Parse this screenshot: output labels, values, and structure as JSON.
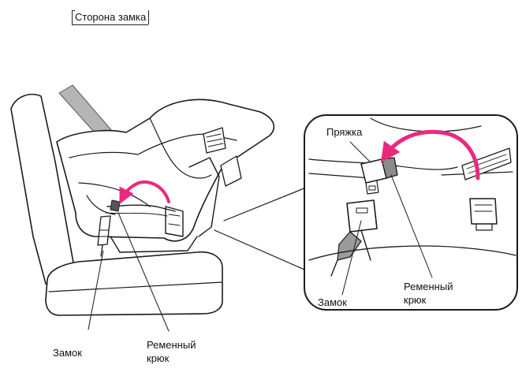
{
  "heading": "Сторона замка",
  "main_view": {
    "labels": {
      "buckle": "Замок",
      "belt_hook_line1": "Ременный",
      "belt_hook_line2": "крюк"
    }
  },
  "detail_view": {
    "labels": {
      "latch": "Пряжка",
      "buckle": "Замок",
      "belt_hook_line1": "Ременный",
      "belt_hook_line2": "крюк"
    }
  },
  "colors": {
    "arrow": "#e8297e",
    "line": "#1a1a1a",
    "shade": "#9a9a9a"
  }
}
